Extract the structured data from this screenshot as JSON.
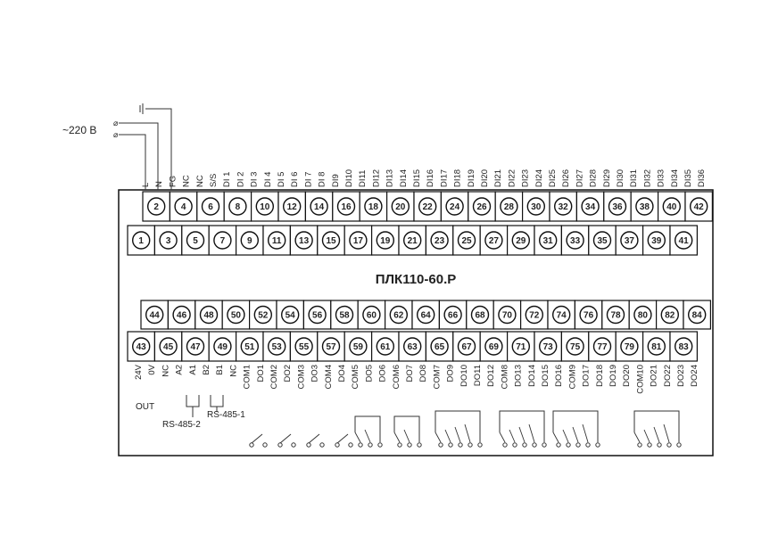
{
  "device_title": "ПЛК110-60.Р",
  "supply_label": "~220 В",
  "top_terminals": [
    2,
    4,
    6,
    8,
    10,
    12,
    14,
    16,
    18,
    20,
    22,
    24,
    26,
    28,
    30,
    32,
    34,
    36,
    38,
    40,
    42
  ],
  "upper_terminals": [
    1,
    3,
    5,
    7,
    9,
    11,
    13,
    15,
    17,
    19,
    21,
    23,
    25,
    27,
    29,
    31,
    33,
    35,
    37,
    39,
    41
  ],
  "mid_terminals": [
    44,
    46,
    48,
    50,
    52,
    54,
    56,
    58,
    60,
    62,
    64,
    66,
    68,
    70,
    72,
    74,
    76,
    78,
    80,
    82,
    84
  ],
  "bottom_terminals": [
    43,
    45,
    47,
    49,
    51,
    53,
    55,
    57,
    59,
    61,
    63,
    65,
    67,
    69,
    71,
    73,
    75,
    77,
    79,
    81,
    83
  ],
  "top_labels": [
    "L",
    "N",
    "FG",
    "NC",
    "NC",
    "S/S",
    "DI 1",
    "DI 2",
    "DI 3",
    "DI 4",
    "DI 5",
    "DI 6",
    "DI 7",
    "DI 8",
    "DI9",
    "DI10",
    "DI11",
    "DI12",
    "DI13",
    "DI14",
    "DI15",
    "DI16",
    "DI17",
    "DI18",
    "DI19",
    "DI20",
    "DI21",
    "DI22",
    "DI23",
    "DI24",
    "DI25",
    "DI26",
    "DI27",
    "DI28",
    "DI29",
    "DI30",
    "DI31",
    "DI32",
    "DI33",
    "DI34",
    "DI35",
    "DI36"
  ],
  "bottom_labels": [
    "24V",
    "0V",
    "NC",
    "A2",
    "A1",
    "B2",
    "B1",
    "NC",
    "COM1",
    "DO1",
    "COM2",
    "DO2",
    "COM3",
    "DO3",
    "COM4",
    "DO4",
    "COM5",
    "DO5",
    "DO6",
    "COM6",
    "DO7",
    "DO8",
    "COM7",
    "DO9",
    "DO10",
    "DO11",
    "DO12",
    "COM8",
    "DO13",
    "DO14",
    "DO15",
    "DO16",
    "COM9",
    "DO17",
    "DO18",
    "DO19",
    "DO20",
    "COM10",
    "DO21",
    "DO22",
    "DO23",
    "DO24"
  ],
  "out_label": "OUT",
  "rs485_2_label": "RS-485-2",
  "rs485_1_label": "RS-485-1"
}
